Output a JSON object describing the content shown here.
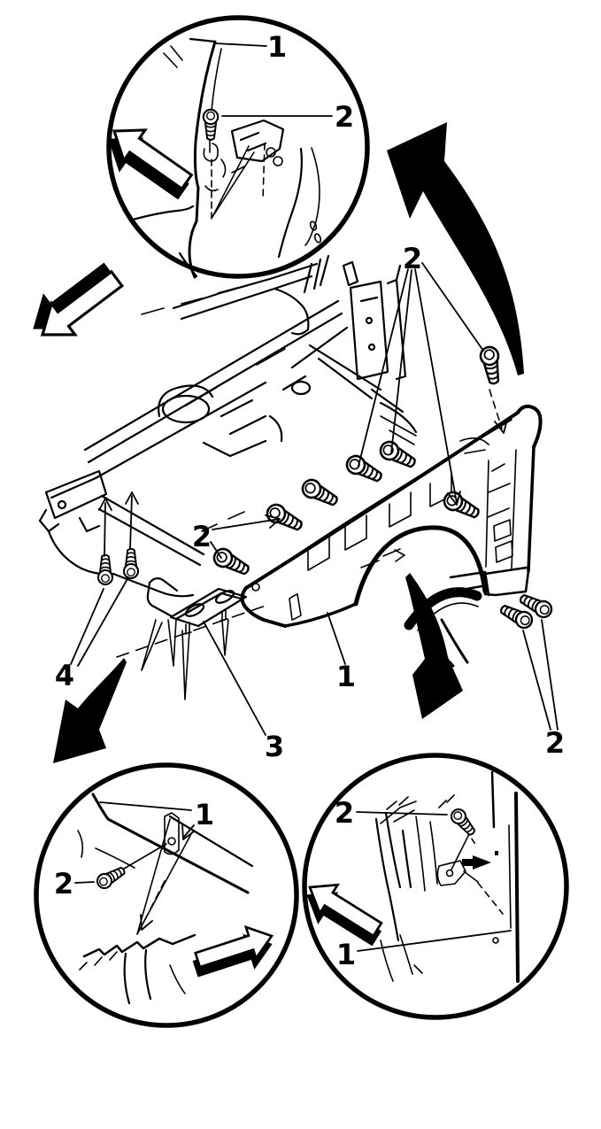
{
  "figure": {
    "type": "service-manual-exploded-diagram",
    "subject": "front-fender-mounting",
    "background_color": "#ffffff",
    "line_color": "#000000",
    "callouts": {
      "detail_top_left": {
        "fender_label": "1",
        "bolt_label": "2"
      },
      "main_view": {
        "upper_bolts_label": "2",
        "front_bolts_label": "2",
        "fender_label": "1",
        "bracket_label": "3",
        "lower_bolts_label": "4",
        "rear_bolts_label": "2"
      },
      "detail_bottom_left": {
        "fender_label": "1",
        "bolt_label": "2"
      },
      "detail_bottom_right": {
        "fender_label": "1",
        "bolt_label": "2"
      }
    },
    "icons": {
      "direction_arrows": [
        "up-left-3d-arrow",
        "down-left-3d-arrow",
        "right-3d-arrow",
        "left-3d-arrow"
      ],
      "motion_arrows": [
        "curved-arrow-up-left",
        "curved-arrow-down-left",
        "curved-arrow-down"
      ]
    }
  }
}
